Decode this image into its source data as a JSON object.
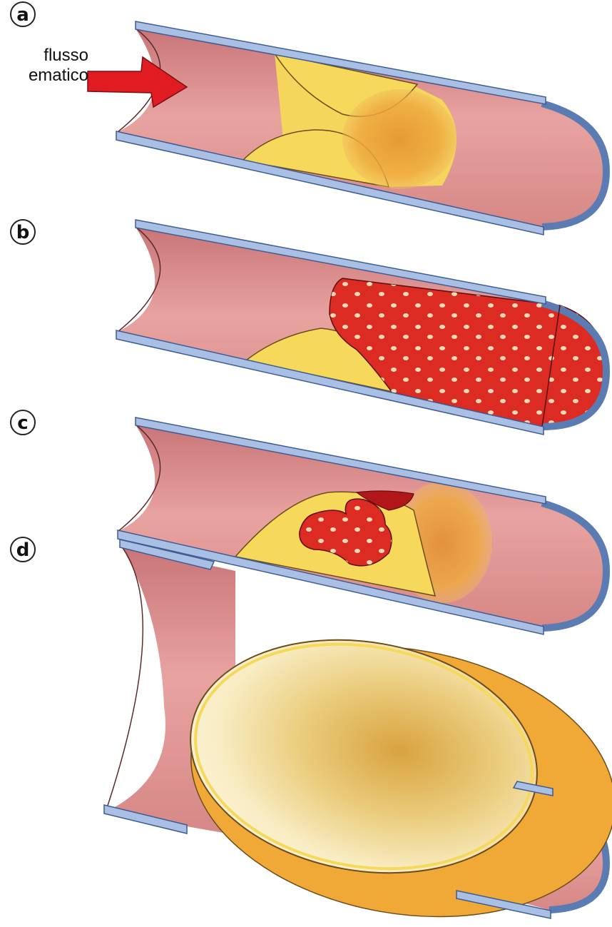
{
  "panels": [
    {
      "label": "a"
    },
    {
      "label": "b"
    },
    {
      "label": "c"
    },
    {
      "label": "d"
    }
  ],
  "annotation": {
    "line1": "flusso",
    "line2": "ematico"
  },
  "colors": {
    "vessel_wall": "#a9bfe3",
    "vessel_wall_edge": "#3f5c93",
    "lumen": "#d98a8c",
    "lumen_light": "#f0b7b3",
    "plaque": "#f6d95a",
    "plaque_dark": "#e7a435",
    "thrombus": "#dc2b22",
    "thrombus_dots": "#f6d9b8",
    "arrow": "#e01b22",
    "aneurysm_outer": "#f0a837",
    "aneurysm_inner": "#f7e6a9"
  }
}
